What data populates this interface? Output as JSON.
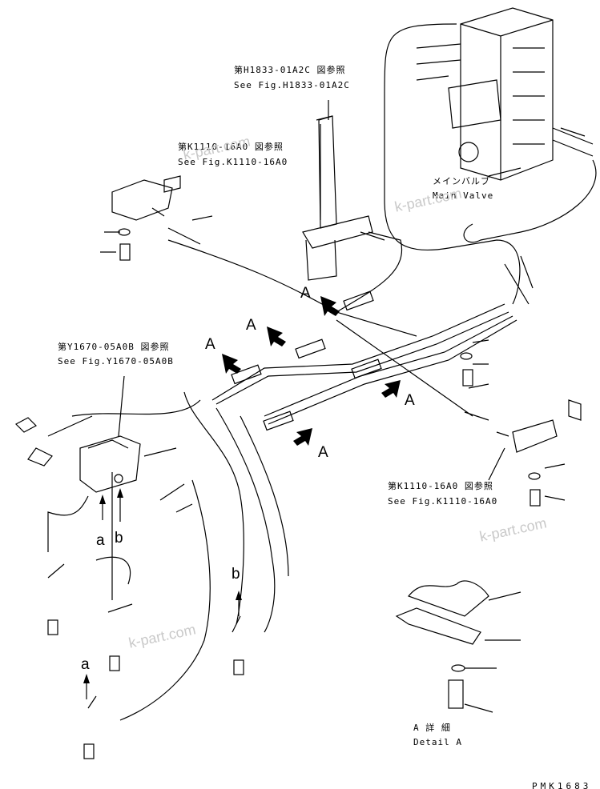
{
  "references": {
    "h1833": {
      "jp": "第H1833-01A2C 図参照",
      "en": "See Fig.H1833-01A2C"
    },
    "k1110_top": {
      "jp": "第K1110-16A0 図参照",
      "en": "See Fig.K1110-16A0"
    },
    "y1670": {
      "jp": "第Y1670-05A0B 図参照",
      "en": "See Fig.Y1670-05A0B"
    },
    "k1110_right": {
      "jp": "第K1110-16A0 図参照",
      "en": "See Fig.K1110-16A0"
    }
  },
  "main_valve": {
    "jp": "メインバルブ",
    "en": "Main Valve"
  },
  "view_labels": {
    "A": "A",
    "a": "a",
    "b": "b"
  },
  "detail": {
    "jp": "A 詳 細",
    "en": "Detail A"
  },
  "drawing_code": "PMK1683",
  "watermark": "k-part.com"
}
